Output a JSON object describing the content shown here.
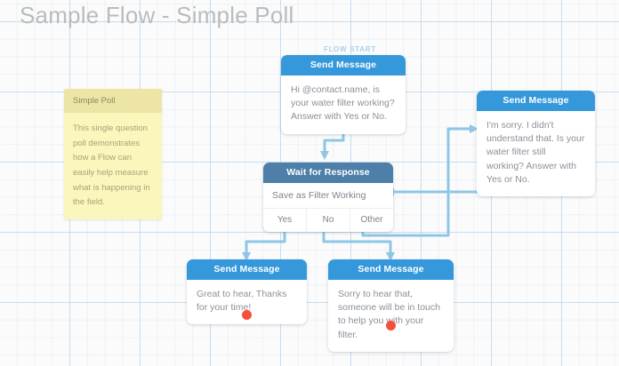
{
  "title": "Sample Flow - Simple Poll",
  "flow_start_label": "FLOW START",
  "colors": {
    "message_header": "#3498db",
    "wait_header": "#4d7fa8",
    "connector": "#8ec6e6",
    "end_dot": "#f4503c",
    "note_body": "#fbf6bb",
    "note_header": "#ece5a6",
    "title_text": "#b9bcbe"
  },
  "note": {
    "title": "Simple Poll",
    "body": "This single question poll demonstrates how a Flow can easily help measure what is happening in the field."
  },
  "nodes": {
    "start_message": {
      "header": "Send Message",
      "body": "Hi @contact.name, is your water filter working? Answer with Yes or No."
    },
    "wait_response": {
      "header": "Wait for Response",
      "save_as": "Save as Filter Working",
      "exits": [
        "Yes",
        "No",
        "Other"
      ]
    },
    "retry_message": {
      "header": "Send Message",
      "body": "I'm sorry. I didn't understand that. Is your water filter still working? Answer with Yes or No."
    },
    "yes_message": {
      "header": "Send Message",
      "body": "Great to hear, Thanks for your time!"
    },
    "no_message": {
      "header": "Send Message",
      "body": "Sorry to hear that, someone will be in touch to help you with your filter."
    }
  }
}
